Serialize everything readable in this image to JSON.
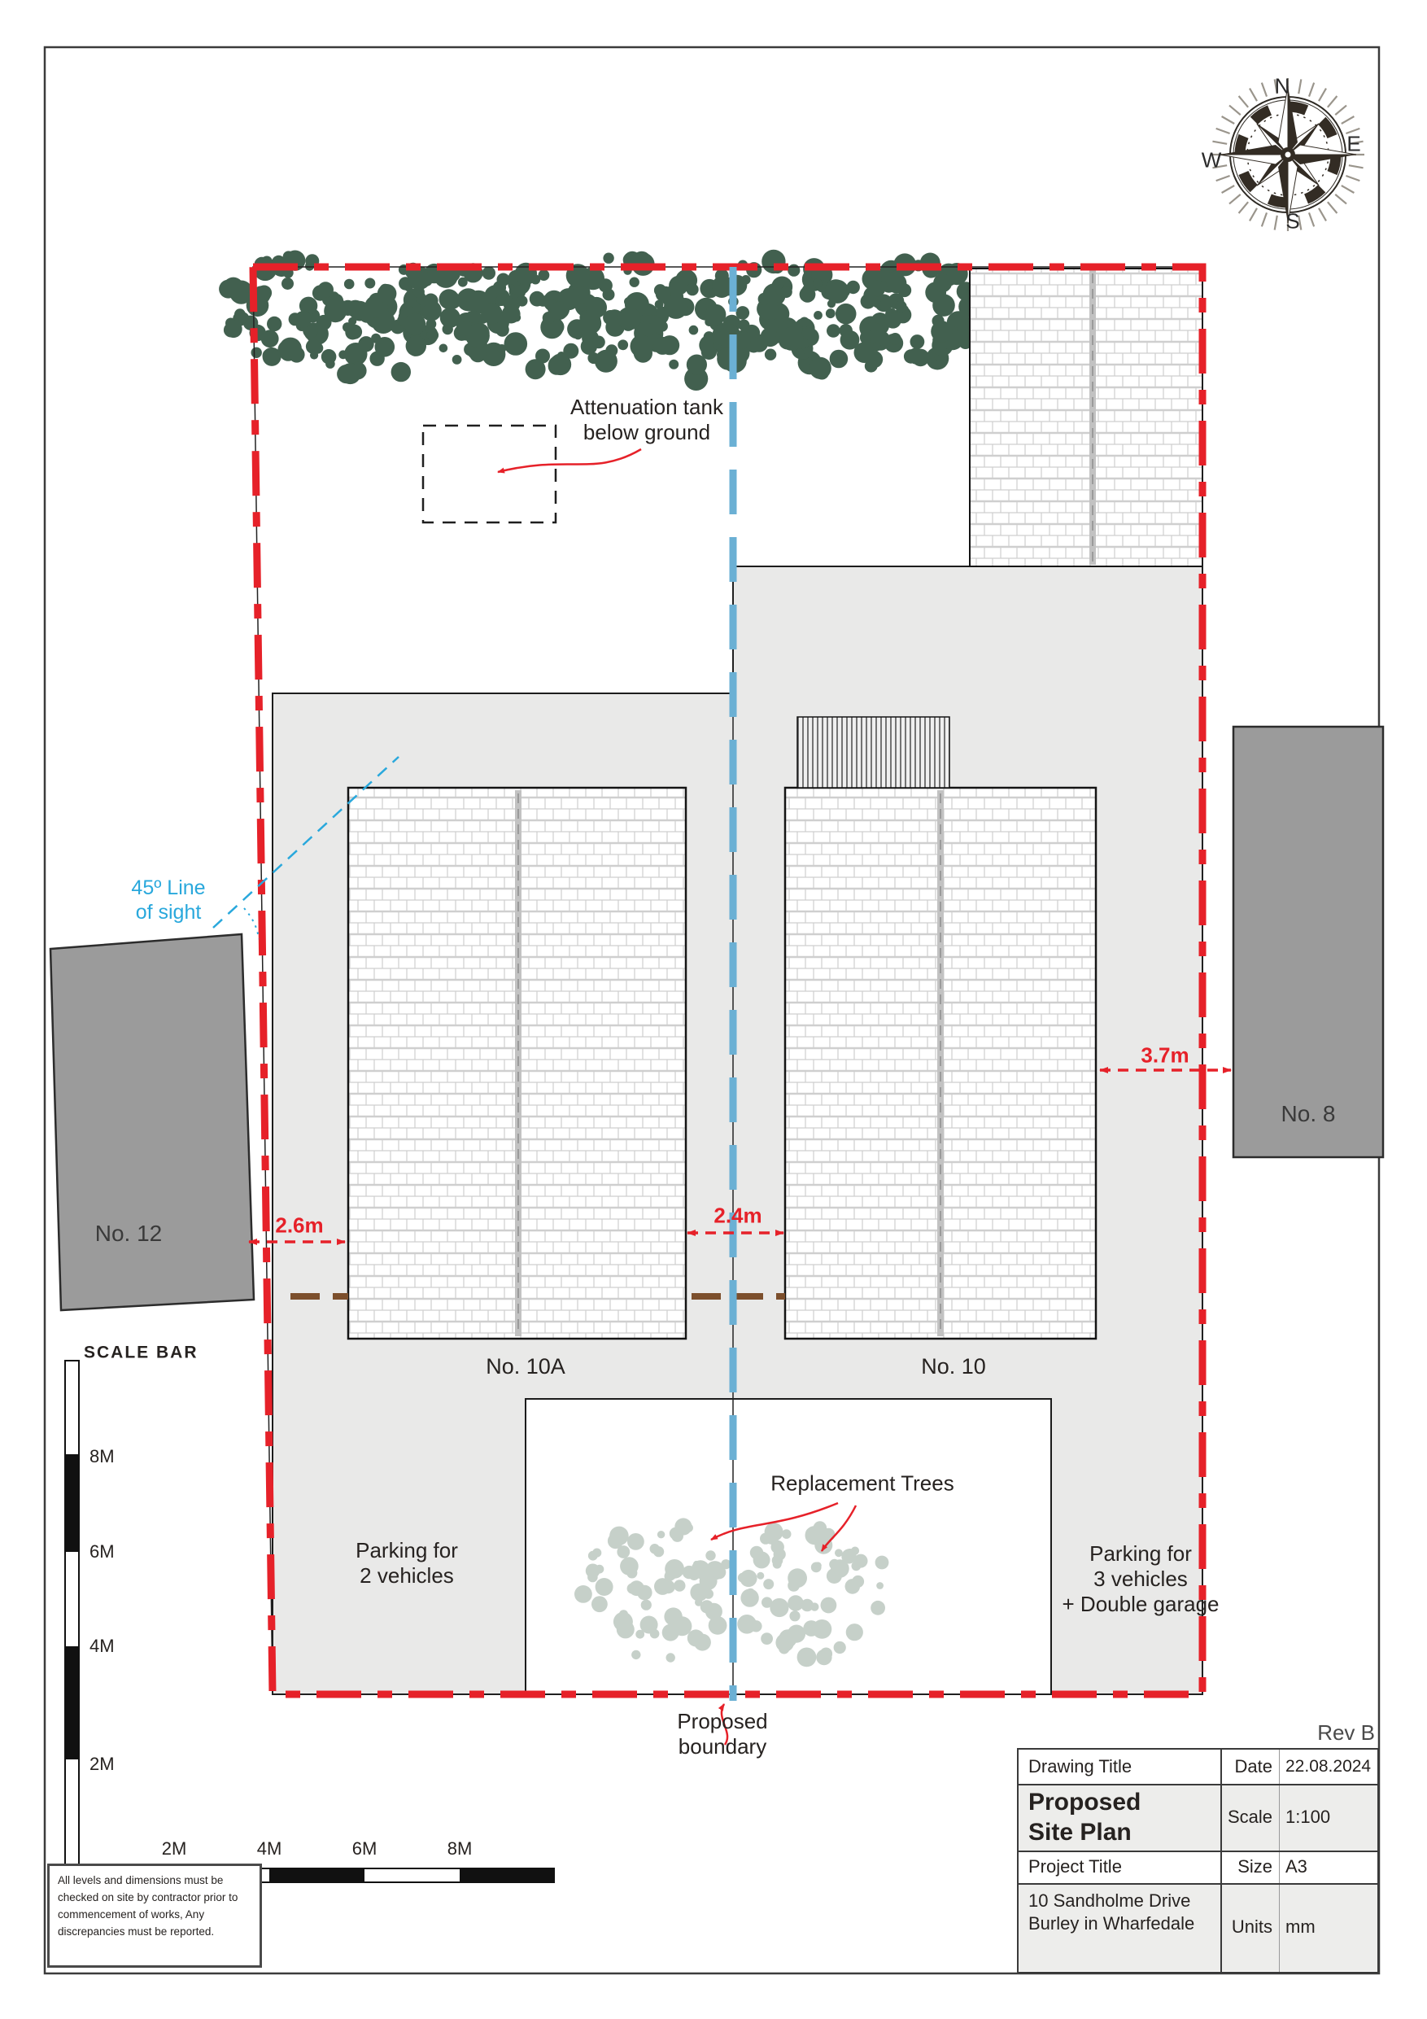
{
  "title_block": {
    "rev": "Rev B",
    "drawing_title_label": "Drawing Title",
    "drawing_title": "Proposed\nSite Plan",
    "project_title_label": "Project Title",
    "project_title": "10 Sandholme Drive\nBurley in Wharfedale",
    "date_label": "Date",
    "date_value": "22.08.2024",
    "scale_label": "Scale",
    "scale_value": "1:100",
    "size_label": "Size",
    "size_value": "A3",
    "units_label": "Units",
    "units_value": "mm"
  },
  "compass": {
    "north": "N",
    "east": "E",
    "south": "S",
    "west": "W"
  },
  "plan": {
    "attenuation_tank_label": "Attenuation tank\nbelow ground",
    "line_of_sight_label": "45º Line\nof sight",
    "replacement_trees_label": "Replacement Trees",
    "proposed_boundary_label": "Proposed\nboundary",
    "parking_left_label": "Parking for\n2 vehicles",
    "parking_right_label": "Parking for\n3 vehicles\n+ Double garage",
    "plot_left_label": "No. 10A",
    "plot_right_label": "No. 10",
    "neighbour_left_label": "No. 12",
    "neighbour_right_label": "No. 8",
    "dim_left": "2.6m",
    "dim_centre": "2.4m",
    "dim_right": "3.7m"
  },
  "scale_bar": {
    "title": "SCALE BAR",
    "vertical_labels": [
      "8M",
      "6M",
      "4M",
      "2M"
    ],
    "horizontal_labels": [
      "2M",
      "4M",
      "6M",
      "8M"
    ]
  },
  "notes": "All levels and dimensions must be checked on site by contractor prior to commencement of works, Any discrepancies must be reported.",
  "colors": {
    "boundary_red": "#e62129",
    "centreline_blue": "#6bb0d4",
    "sight_line_cyan": "#29a8dc",
    "hedge_green": "#42604f",
    "replacement_tree_green": "#c6d0c9",
    "site_grey": "#e9e9e8",
    "neighbour_grey": "#9b9b9b",
    "old_boundary_brown": "#7c4f2c"
  }
}
